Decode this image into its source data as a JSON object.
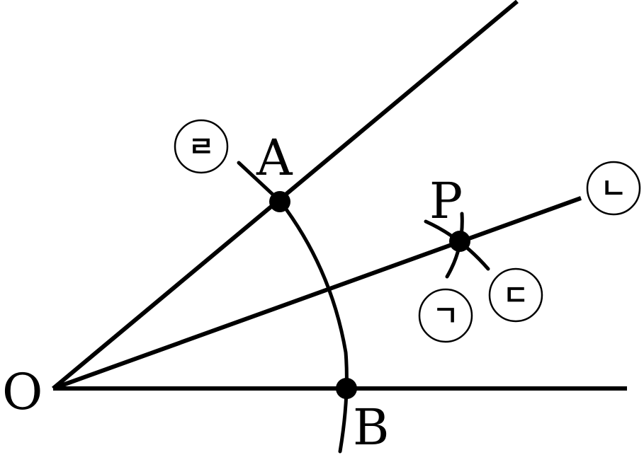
{
  "points": {
    "O": "O",
    "A": "A",
    "B": "B",
    "P": "P"
  },
  "steps": {
    "giyeok": "ㄱ",
    "nieun": "ㄴ",
    "digeut": "ㄷ",
    "rieul": "ㄹ"
  },
  "colors": {
    "ink": "#000000",
    "background": "#ffffff"
  }
}
